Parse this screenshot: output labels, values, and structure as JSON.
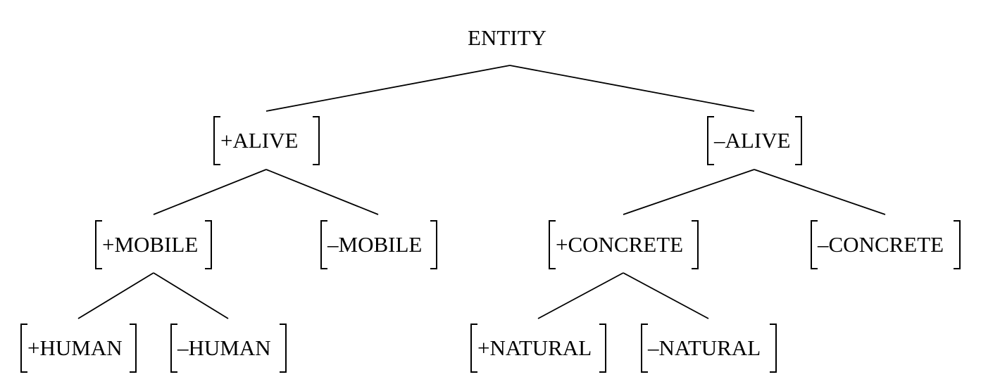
{
  "root": {
    "label": "ENTITY"
  },
  "nodes": {
    "plus_alive": "+ALIVE",
    "minus_alive": "–ALIVE",
    "plus_mobile": "+MOBILE",
    "minus_mobile": "–MOBILE",
    "plus_concrete": "+CONCRETE",
    "minus_concrete": "–CONCRETE",
    "plus_human": "+HUMAN",
    "minus_human": "–HUMAN",
    "plus_natural": "+NATURAL",
    "minus_natural": "–NATURAL"
  }
}
